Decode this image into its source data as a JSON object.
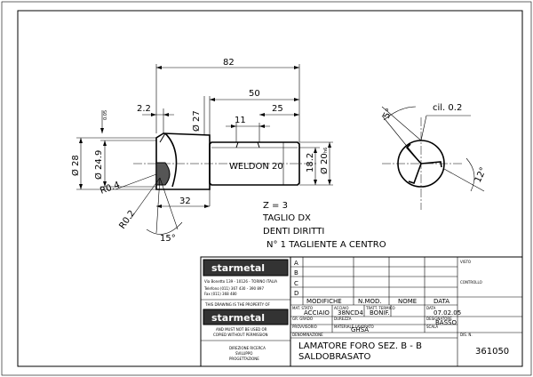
{
  "dimensions": {
    "total_length": "82",
    "shank_length": "50",
    "shank_length_b": "25",
    "flat_width": "11",
    "chamfer_len": "2.2",
    "cutter_dia": "Ø 27",
    "tol": "0.05",
    "dia_28": "Ø 28",
    "dia_24_9": "Ø 24.9",
    "radius_04": "R0.4",
    "radius_02": "R0.2",
    "length_32": "32",
    "angle_15": "15°",
    "weldon_flat": "18.2",
    "shank_dia": "Ø 20",
    "shank_tol": "h6",
    "angle_5": "5°",
    "cil": "cil. 0.2",
    "angle_12": "12°"
  },
  "weldon_label": "WELDON 20",
  "notes": [
    "Z = 3",
    "TAGLIO DX",
    "DENTI DIRITTI",
    "N° 1 TAGLIENTE A CENTRO"
  ],
  "title_block": {
    "logo": "starmetal",
    "address1": "Via Bonetto 139 - 10126 - TORINO ITALIA",
    "address2": "Telefono (011) 367 430 - 390 897",
    "address3": "Fax (011) 368 480",
    "property": "THIS DRAWING IS THE PROPERTY OF",
    "notice1": "AND MUST NOT BE USED OR",
    "notice2": "COPIED WITHOUT PERMISSION",
    "dept1": "DIREZIONE RICERCA",
    "dept2": "SVILUPPO",
    "dept3": "PROGETTAZIONE",
    "rev_letters": [
      "A",
      "B",
      "C",
      "D"
    ],
    "rev_headers": [
      "MODIFICHE",
      "N.MOD.",
      "NOME",
      "DATA"
    ],
    "fields": {
      "mat_stato_label": "MAT. STATO",
      "mat_stato": "ACCIAIO",
      "acciaio_label": "ACCIAIO",
      "acciaio": "38NCD4",
      "tratt_label": "TRATT. TERMICO",
      "tratt": "BONIF.",
      "data_label": "DATA",
      "data": "07.02.05",
      "gr_label": "GR. GRADO",
      "durezza_label": "DUREZZA",
      "designatore_label": "DESIGNATORE",
      "designatore": "BASSO",
      "mat_label": "MATERIALE LAVORATO",
      "materiale": "GHSA",
      "scala_label": "SCALA",
      "provvisorio_label": "PROVVISORIO",
      "denom_label": "DENOMINAZIONE",
      "visto_label": "VISTO",
      "controllo_label": "CONTROLLO",
      "dis_label": "DIS. N."
    },
    "title1": "LAMATORE FORO SEZ. B - B",
    "title2": "SALDOBRASATO",
    "drawing_number": "361050"
  }
}
